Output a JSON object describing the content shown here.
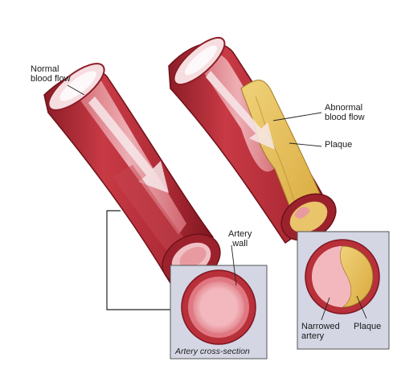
{
  "labels": {
    "normal_blood_flow": "Normal\nblood flow",
    "abnormal_blood_flow": "Abnormal\nblood flow",
    "plaque": "Plaque",
    "artery_wall": "Artery\nwall",
    "narrowed_artery": "Narrowed\nartery",
    "plaque_inset": "Plaque",
    "cross_section_caption": "Artery cross-section"
  },
  "colors": {
    "artery_red": "#b8303a",
    "artery_dark": "#8c1d27",
    "lumen_pink": "#f2b8bd",
    "plaque_yellow": "#e6c15a",
    "inset_bg": "#d4d6e4",
    "flow_arrow": "#f7e8ea"
  }
}
